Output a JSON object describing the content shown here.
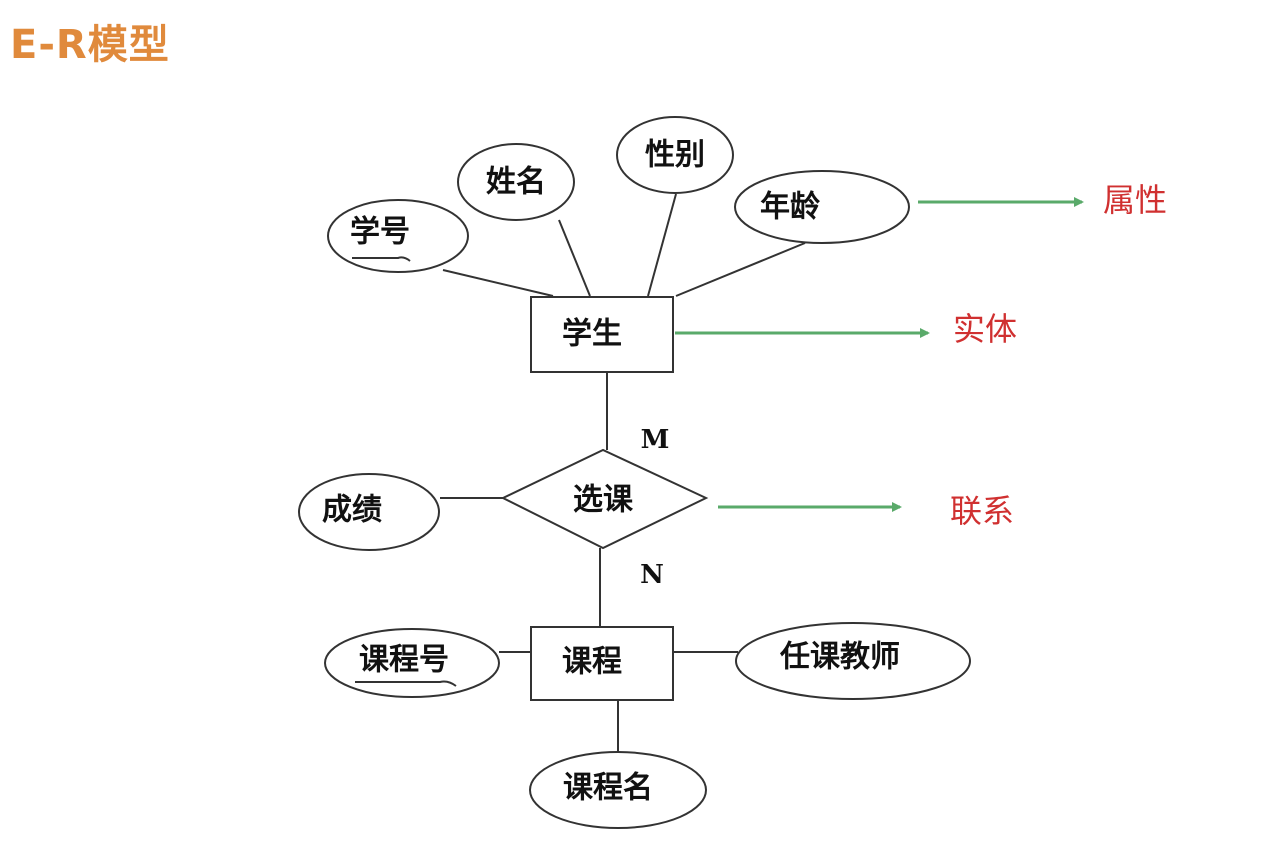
{
  "title": "E-R模型",
  "entities": {
    "student": "学生",
    "course": "课程"
  },
  "relationship": {
    "name": "选课",
    "card_top": "M",
    "card_bottom": "N"
  },
  "attributes": {
    "student_id": "学号",
    "name": "姓名",
    "gender": "性别",
    "age": "年龄",
    "grade": "成绩",
    "course_id": "课程号",
    "teacher": "任课教师",
    "course_name": "课程名"
  },
  "legend": {
    "attribute": "属性",
    "entity": "实体",
    "relationship": "联系"
  },
  "colors": {
    "title": "#e08a3c",
    "legend": "#d03030",
    "arrow": "#5aaa6a"
  }
}
